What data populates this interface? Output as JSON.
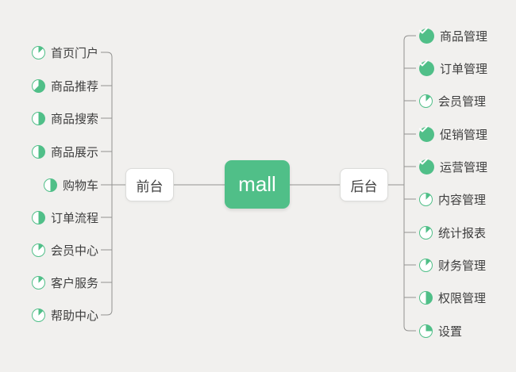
{
  "colors": {
    "accent": "#50BF88",
    "background": "#F1F0EE",
    "line": "#929290",
    "node_border": "#DCDCDA",
    "text": "#3E3E3E"
  },
  "center": {
    "label": "mall"
  },
  "branches": {
    "left": {
      "label": "前台",
      "items": [
        {
          "label": "首页门户",
          "progress_percent": 12.5
        },
        {
          "label": "商品推荐",
          "progress_percent": 62.5
        },
        {
          "label": "商品搜索",
          "progress_percent": 50
        },
        {
          "label": "商品展示",
          "progress_percent": 50
        },
        {
          "label": "购物车",
          "progress_percent": 50
        },
        {
          "label": "订单流程",
          "progress_percent": 50
        },
        {
          "label": "会员中心",
          "progress_percent": 12.5
        },
        {
          "label": "客户服务",
          "progress_percent": 12.5
        },
        {
          "label": "帮助中心",
          "progress_percent": 12.5
        }
      ]
    },
    "right": {
      "label": "后台",
      "items": [
        {
          "label": "商品管理",
          "progress_percent": 100
        },
        {
          "label": "订单管理",
          "progress_percent": 100
        },
        {
          "label": "会员管理",
          "progress_percent": 12.5
        },
        {
          "label": "促销管理",
          "progress_percent": 100
        },
        {
          "label": "运营管理",
          "progress_percent": 100
        },
        {
          "label": "内容管理",
          "progress_percent": 12.5
        },
        {
          "label": "统计报表",
          "progress_percent": 12.5
        },
        {
          "label": "财务管理",
          "progress_percent": 12.5
        },
        {
          "label": "权限管理",
          "progress_percent": 50
        },
        {
          "label": "设置",
          "progress_percent": 25
        }
      ]
    }
  }
}
